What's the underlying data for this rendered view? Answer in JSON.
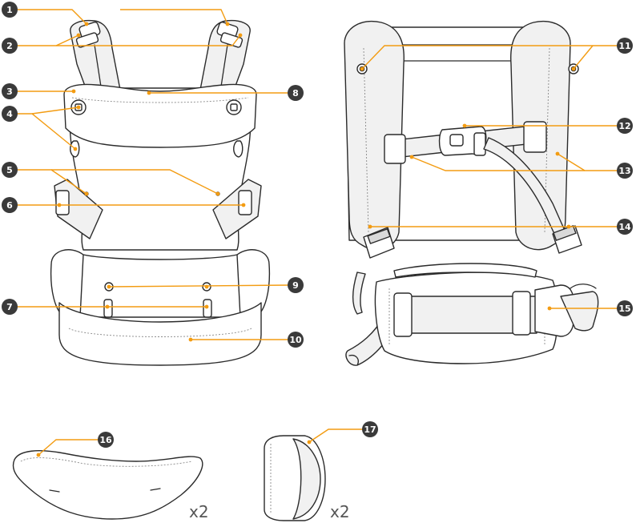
{
  "callouts": [
    {
      "number": "1"
    },
    {
      "number": "2"
    },
    {
      "number": "3"
    },
    {
      "number": "4"
    },
    {
      "number": "5"
    },
    {
      "number": "6"
    },
    {
      "number": "7"
    },
    {
      "number": "8"
    },
    {
      "number": "9"
    },
    {
      "number": "10"
    },
    {
      "number": "11"
    },
    {
      "number": "12"
    },
    {
      "number": "13"
    },
    {
      "number": "14"
    },
    {
      "number": "15"
    },
    {
      "number": "16"
    },
    {
      "number": "17"
    }
  ],
  "quantities": {
    "accessory_16": "x2",
    "accessory_17": "x2"
  },
  "colors": {
    "leader": "#f39c12",
    "badge": "#3a3a3a",
    "outline": "#2b2b2b"
  }
}
